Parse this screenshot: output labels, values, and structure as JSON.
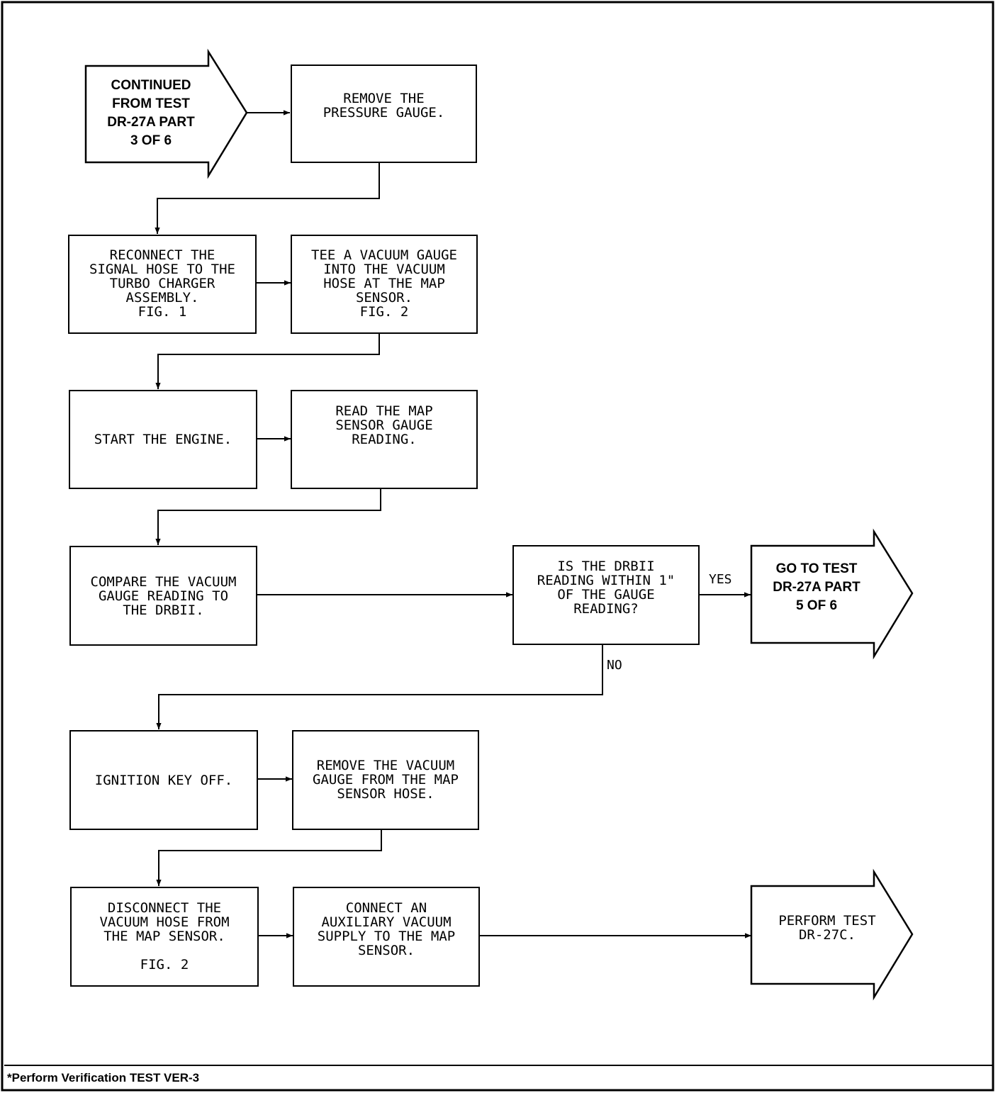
{
  "start": {
    "lines": [
      "CONTINUED",
      "FROM TEST",
      "DR-27A PART",
      "3 OF 6"
    ]
  },
  "steps": {
    "remove_pressure_gauge": {
      "lines": [
        "REMOVE THE",
        "PRESSURE GAUGE."
      ]
    },
    "reconnect_signal_hose": {
      "lines": [
        "RECONNECT THE",
        "SIGNAL HOSE TO THE",
        "TURBO CHARGER",
        "ASSEMBLY.",
        "FIG. 1"
      ]
    },
    "tee_vacuum_gauge": {
      "lines": [
        "TEE A VACUUM GAUGE",
        "INTO THE VACUUM",
        "HOSE AT THE MAP",
        "SENSOR.",
        "FIG. 2"
      ]
    },
    "start_engine": {
      "lines": [
        "START THE ENGINE."
      ]
    },
    "read_map_sensor": {
      "lines": [
        "READ THE MAP",
        "SENSOR GAUGE",
        "READING."
      ]
    },
    "compare_reading": {
      "lines": [
        "COMPARE THE VACUUM",
        "GAUGE READING TO",
        "THE DRBII."
      ]
    },
    "ignition_off": {
      "lines": [
        "IGNITION KEY OFF."
      ]
    },
    "remove_vacuum_gauge": {
      "lines": [
        "REMOVE THE VACUUM",
        "GAUGE FROM THE MAP",
        "SENSOR HOSE."
      ]
    },
    "disconnect_vacuum_hose": {
      "lines": [
        "DISCONNECT THE",
        "VACUUM HOSE FROM",
        "THE MAP SENSOR.",
        "",
        "FIG. 2"
      ]
    },
    "connect_aux_vacuum": {
      "lines": [
        "CONNECT AN",
        "AUXILIARY VACUUM",
        "SUPPLY TO THE MAP",
        "SENSOR."
      ]
    }
  },
  "decision": {
    "lines": [
      "IS THE DRBII",
      "READING WITHIN 1\"",
      "OF THE GAUGE",
      "READING?"
    ]
  },
  "labels": {
    "yes": "YES",
    "no": "NO"
  },
  "goto_test": {
    "lines": [
      "GO TO TEST",
      "DR-27A PART",
      "5 OF 6"
    ]
  },
  "perform_test": {
    "lines": [
      "PERFORM TEST",
      "DR-27C."
    ]
  },
  "footer": {
    "text": "*Perform Verification TEST VER-3"
  }
}
